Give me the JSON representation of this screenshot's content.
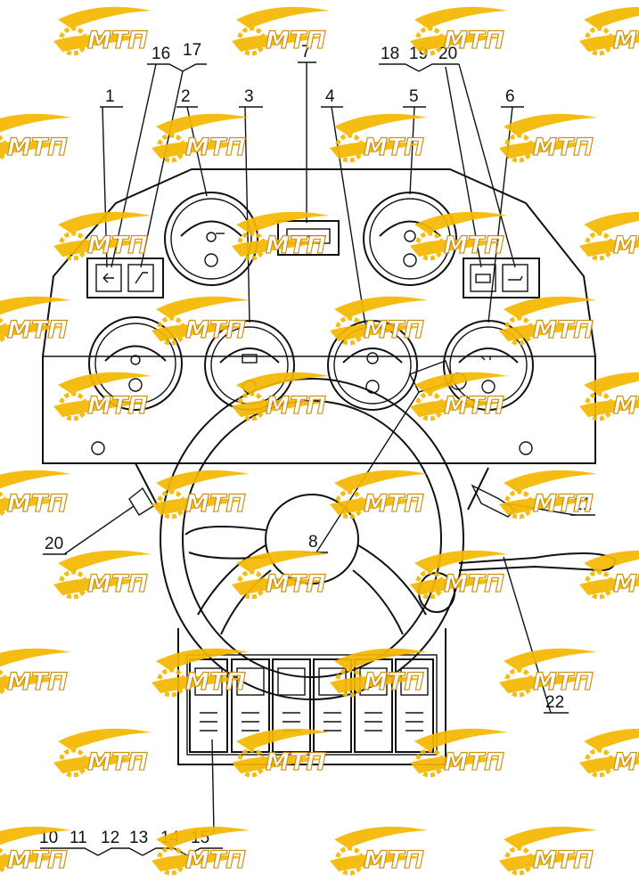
{
  "callouts": {
    "c1": "1",
    "c2": "2",
    "c3": "3",
    "c4": "4",
    "c5": "5",
    "c6": "6",
    "c7": "7",
    "c8": "8",
    "c10": "10",
    "c11": "11",
    "c12": "12",
    "c13": "13",
    "c14": "14",
    "c15": "15",
    "c16": "16",
    "c17": "17",
    "c18": "18",
    "c19": "19",
    "c20a": "20",
    "c20b": "20",
    "c21": "21",
    "c22": "22"
  },
  "watermark": {
    "text": "МТП",
    "color": "#f5b800",
    "outline": "#c88900"
  },
  "colors": {
    "line": "#111111",
    "background": "#ffffff"
  }
}
